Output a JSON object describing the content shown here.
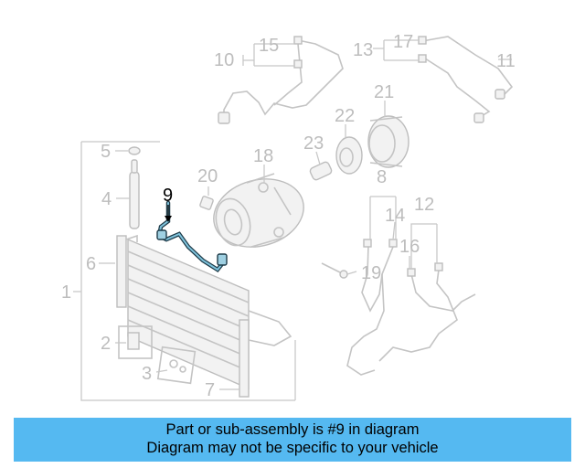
{
  "diagram": {
    "callouts": [
      {
        "key": "c1",
        "text": "1"
      },
      {
        "key": "c2",
        "text": "2"
      },
      {
        "key": "c3",
        "text": "3"
      },
      {
        "key": "c4",
        "text": "4"
      },
      {
        "key": "c5",
        "text": "5"
      },
      {
        "key": "c6",
        "text": "6"
      },
      {
        "key": "c7",
        "text": "7"
      },
      {
        "key": "c8",
        "text": "8"
      },
      {
        "key": "c9",
        "text": "9"
      },
      {
        "key": "c10",
        "text": "10"
      },
      {
        "key": "c11",
        "text": "11"
      },
      {
        "key": "c12",
        "text": "12"
      },
      {
        "key": "c13",
        "text": "13"
      },
      {
        "key": "c14",
        "text": "14"
      },
      {
        "key": "c15",
        "text": "15"
      },
      {
        "key": "c16",
        "text": "16"
      },
      {
        "key": "c17",
        "text": "17"
      },
      {
        "key": "c18",
        "text": "18"
      },
      {
        "key": "c19",
        "text": "19"
      },
      {
        "key": "c20",
        "text": "20"
      },
      {
        "key": "c21",
        "text": "21"
      },
      {
        "key": "c22",
        "text": "22"
      },
      {
        "key": "c23",
        "text": "23"
      }
    ],
    "highlight_color": "#2f6f8f",
    "highlighted_part": "9"
  },
  "banner": {
    "line1": "Part or sub-assembly is #9 in diagram",
    "line2": "Diagram may not be specific to your vehicle",
    "background": "#55b9f1"
  }
}
